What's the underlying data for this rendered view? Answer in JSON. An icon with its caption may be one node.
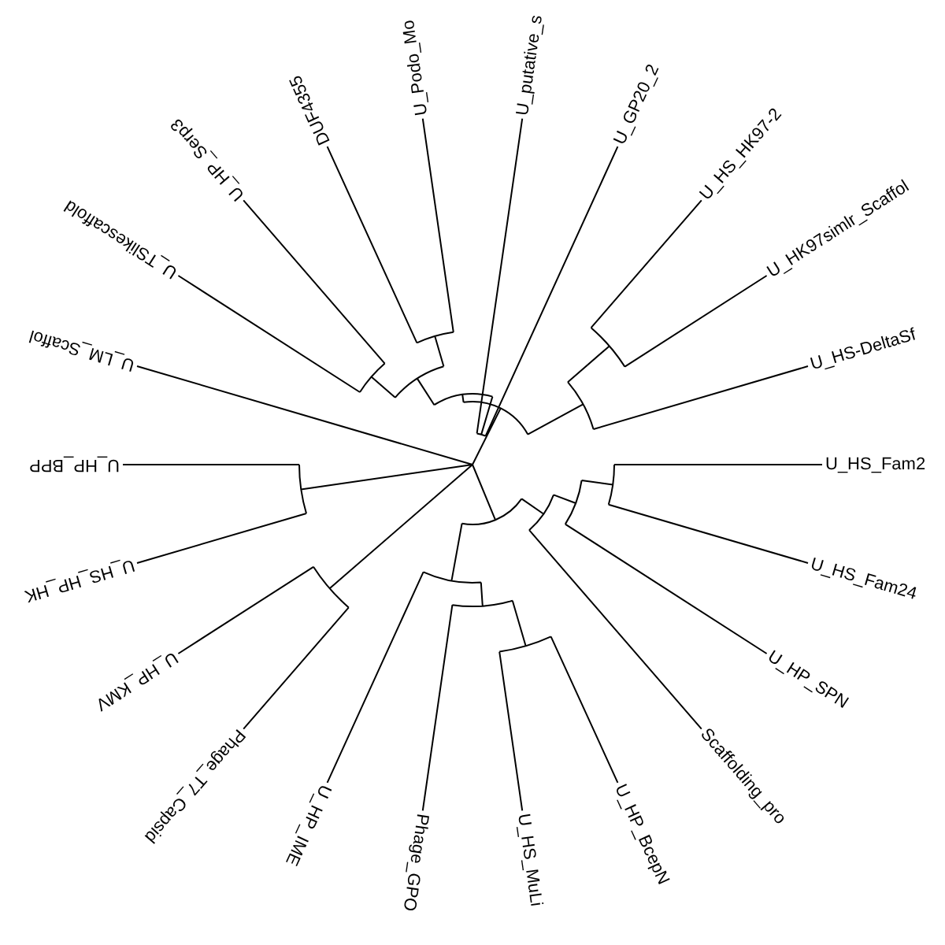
{
  "diagram": {
    "labels": [
      "U_HS_Fam2",
      "U_HS_Fam24",
      "U_HP_SPN",
      "Scaffolding_pro",
      "U_HP_BcepN",
      "U_HS_MuLi",
      "Phage_GPO",
      "U_HP_IME",
      "Phage_T7_Capsid",
      "U_HP_KMV",
      "U_HS_HP_HK",
      "U_HP_BPP",
      "U_LM_Scaffol",
      "U_TSlikescaffold",
      "U_HP_Serp3",
      "DUF4355",
      "U_Podo_Mo",
      "U_putative_s",
      "U_GP20_2",
      "U_HS_HK97-2",
      "U_HK97simlr_Scaffol",
      "U_HS-DeltaSf"
    ]
  }
}
